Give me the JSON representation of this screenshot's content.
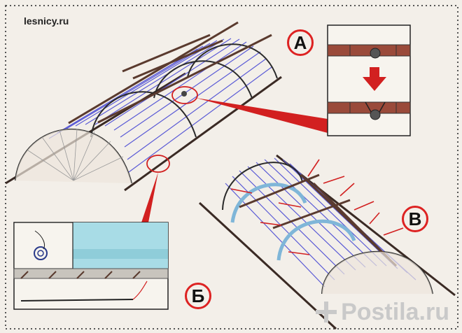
{
  "site_label": "lesnicy.ru",
  "labels": {
    "a": "А",
    "b": "Б",
    "v": "В"
  },
  "logo_text": "Postila.ru",
  "colors": {
    "frame_red": "#d22020",
    "rod_brown": "#5a3a2e",
    "film_blue": "#5b5bd6",
    "arc_blue": "#7fb6d8",
    "brick": "#9a4a3a",
    "water": "#a8dce6"
  }
}
